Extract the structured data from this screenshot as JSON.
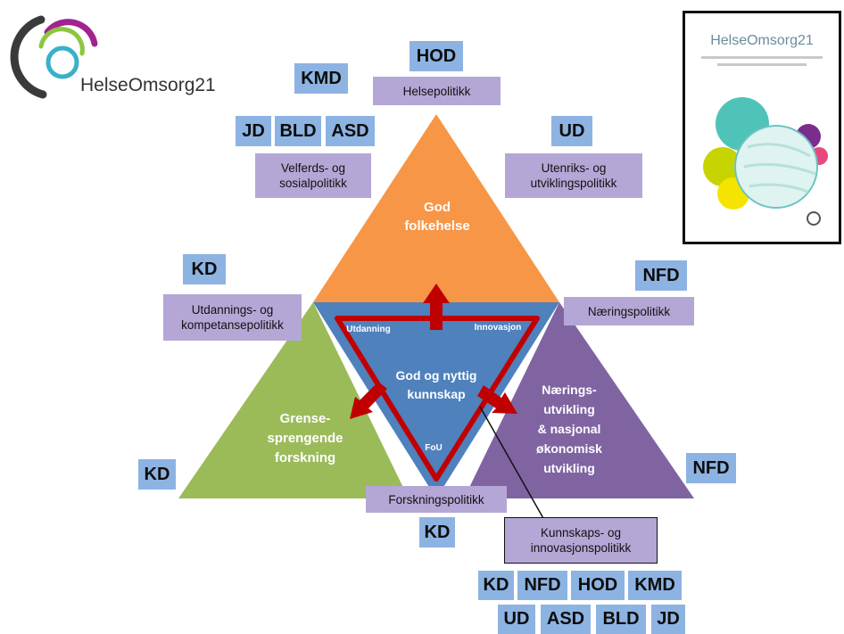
{
  "logo": {
    "text": "HelseOmsorg21"
  },
  "cover": {
    "title": "HelseOmsorg21"
  },
  "triangles": {
    "top": "God folkehelse",
    "top_lines": [
      "God",
      "folkehelse"
    ],
    "left_lines": [
      "Grense-",
      "sprengende",
      "forskning"
    ],
    "right_lines": [
      "Nærings-",
      "utvikling",
      "& nasjonal",
      "økonomisk",
      "utvikling"
    ],
    "center_lines": [
      "God og nyttig",
      "kunnskap"
    ],
    "inner_top_left": "Utdanning",
    "inner_top_right": "Innovasjon",
    "inner_bottom": "FoU"
  },
  "policies": {
    "helse": "Helsepolitikk",
    "velferd": "Velferds- og sosialpolitikk",
    "utenriks": "Utenriks- og utviklingspolitikk",
    "naering": "Næringspolitikk",
    "utdanning": "Utdannings- og kompetansepolitikk",
    "forskning": "Forskningspolitikk",
    "kunnskap": "Kunnskaps- og innovasjonspolitikk"
  },
  "ministries": {
    "hod": "HOD",
    "kmd": "KMD",
    "jd": "JD",
    "bld": "BLD",
    "asd": "ASD",
    "ud": "UD",
    "kd_upper_left": "KD",
    "nfd_upper_right": "NFD",
    "kd_left": "KD",
    "nfd_right": "NFD",
    "kd_bottom": "KD",
    "bottom_row1": [
      "KD",
      "NFD",
      "HOD",
      "KMD"
    ],
    "bottom_row2": [
      "UD",
      "ASD",
      "BLD",
      "JD"
    ]
  },
  "colors": {
    "top": "#f79646",
    "left": "#9bbb59",
    "right": "#8064a2",
    "center": "#4f81bd",
    "arrow": "#c00000",
    "blue_box": "#8db3e2",
    "purple_box": "#b4a7d6"
  }
}
